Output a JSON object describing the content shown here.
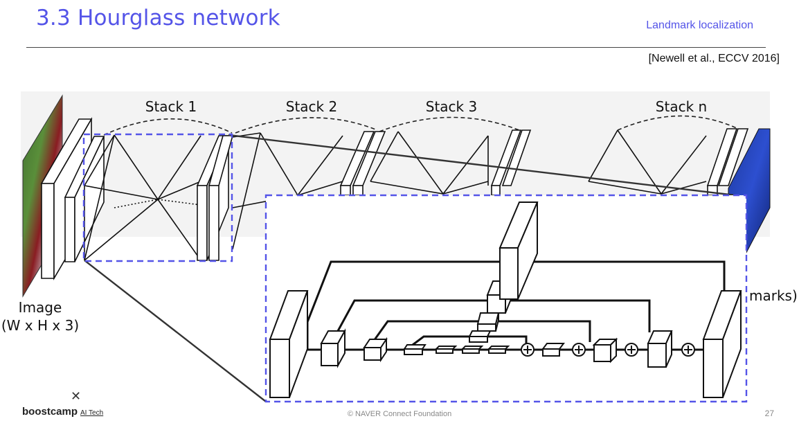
{
  "header": {
    "title": "3.3 Hourglass network",
    "section_tag": "Landmark localization",
    "citation": "[Newell et al., ECCV 2016]"
  },
  "diagram": {
    "stacks": [
      "Stack 1",
      "Stack 2",
      "Stack 3",
      "Stack n"
    ],
    "input_label_line1": "Image",
    "input_label_line2": "(W x H x 3)",
    "output_label_fragment": "marks)",
    "accent_color": "#5454e8"
  },
  "footer": {
    "brand": "boostcamp",
    "brand_sub": "AI Tech",
    "copyright": "© NAVER Connect Foundation",
    "page_number": "27"
  }
}
